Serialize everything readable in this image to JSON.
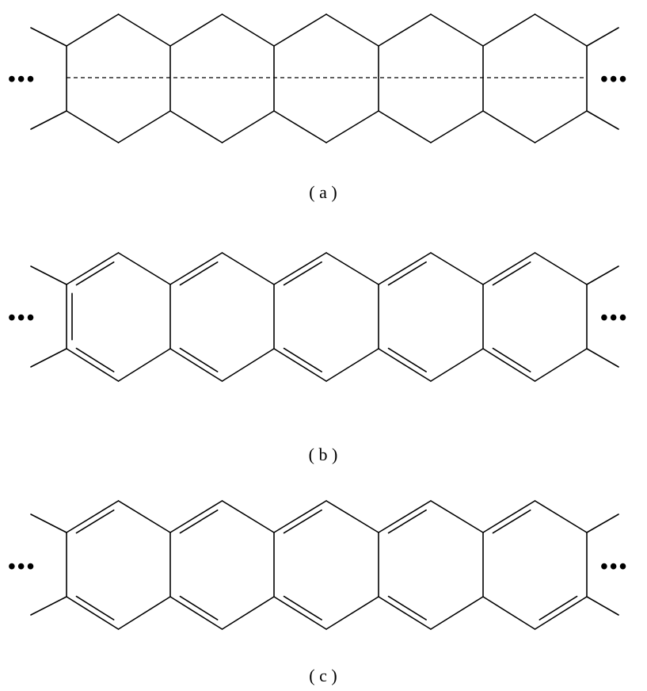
{
  "figure": {
    "ellipsis_text": "•••",
    "panels": [
      {
        "id": "a",
        "caption": "( a )",
        "double_bonds": "none",
        "center_line": true
      },
      {
        "id": "b",
        "caption": "( b )",
        "double_bonds": "pattern-b",
        "center_line": false
      },
      {
        "id": "c",
        "caption": "( c )",
        "double_bonds": "pattern-c",
        "center_line": false
      }
    ],
    "colors": {
      "line": "#000000",
      "background": "#ffffff"
    }
  }
}
